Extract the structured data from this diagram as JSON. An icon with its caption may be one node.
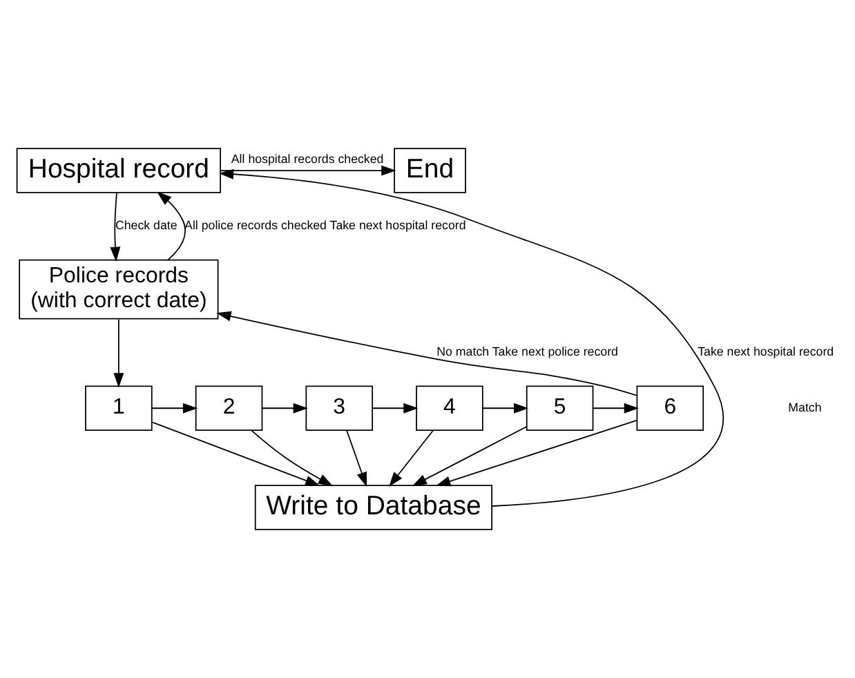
{
  "diagram": {
    "nodes": [
      {
        "text": [
          "Hospital record"
        ]
      },
      {
        "text": [
          "End"
        ]
      },
      {
        "text": [
          "Police records",
          "(with correct date)"
        ]
      },
      {
        "text": [
          "1"
        ]
      },
      {
        "text": [
          "2"
        ]
      },
      {
        "text": [
          "3"
        ]
      },
      {
        "text": [
          "4"
        ]
      },
      {
        "text": [
          "5"
        ]
      },
      {
        "text": [
          "6"
        ]
      },
      {
        "text": [
          "Write to Database"
        ]
      }
    ],
    "edges": [
      {
        "from": 0,
        "to": 1,
        "arrow": "to",
        "label": "All hospital records checked"
      },
      {
        "from": 2,
        "to": 0,
        "arrow": "to",
        "label": "All police records checked Take next hospital record"
      },
      {
        "from": 0,
        "to": 2,
        "arrow": "to",
        "label": "Check date"
      },
      {
        "from": 2,
        "to": 3,
        "arrow": "to"
      },
      {
        "from": 3,
        "to": 4,
        "arrow": "to"
      },
      {
        "from": 4,
        "to": 5,
        "arrow": "to"
      },
      {
        "from": 5,
        "to": 6,
        "arrow": "to"
      },
      {
        "from": 6,
        "to": 7,
        "arrow": "to"
      },
      {
        "from": 7,
        "to": 8,
        "arrow": "to"
      },
      {
        "from": 8,
        "to": 2,
        "arrow": "to",
        "label": "No match Take next police record"
      },
      {
        "from": 3,
        "to": 9,
        "arrow": "to"
      },
      {
        "from": 4,
        "to": 9,
        "arrow": "to"
      },
      {
        "from": 5,
        "to": 9,
        "arrow": "to"
      },
      {
        "from": 6,
        "to": 9,
        "arrow": "to"
      },
      {
        "from": 7,
        "to": 9,
        "arrow": "to"
      },
      {
        "from": 8,
        "to": 9,
        "arrow": "to"
      },
      {
        "from": 9,
        "to": 0,
        "arrow": "to",
        "label": "Take next hospital record"
      }
    ],
    "labels": [
      "Match"
    ]
  }
}
